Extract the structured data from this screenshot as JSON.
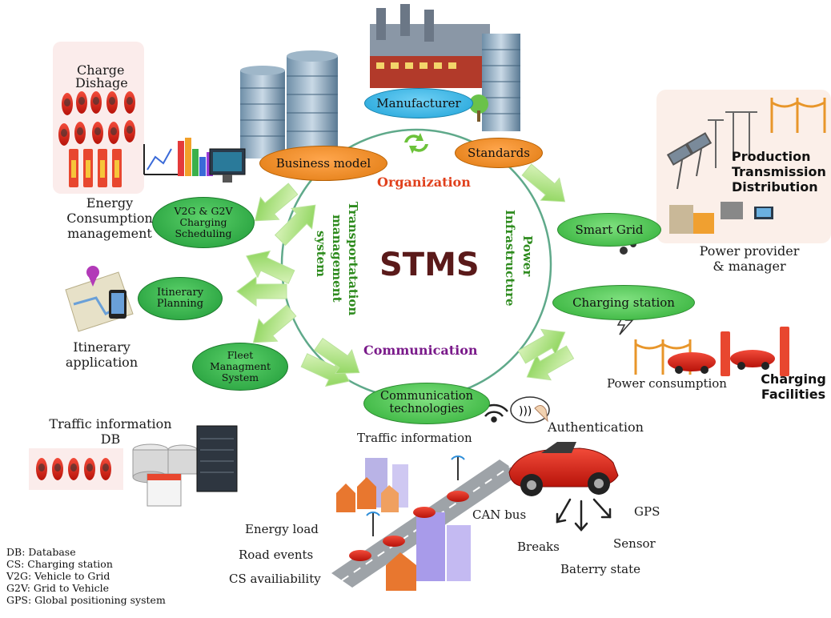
{
  "center": {
    "title": "STMS",
    "organization": "Organization",
    "communication": "Communication",
    "left_arc": [
      "Transportatation",
      "management",
      "system"
    ],
    "right_arc": [
      "Power",
      "Infrastructure"
    ]
  },
  "nodes": {
    "manufacturer": "Manufacturer",
    "business_model": "Business model",
    "standards": "Standards",
    "smart_grid": "Smart Grid",
    "charging_station": "Charging station",
    "communication_tech": [
      "Communication",
      "technologies"
    ],
    "fleet": [
      "Fleet",
      "Managment",
      "System"
    ],
    "itinerary_planning": [
      "Itinerary",
      "Planning"
    ],
    "v2g": [
      "V2G & G2V",
      "Charging",
      "Scheduling"
    ]
  },
  "labels": {
    "charge": "Charge",
    "dishage": "Dishage",
    "energy_consumption": [
      "Energy",
      "Consumption",
      "management"
    ],
    "itinerary_app": [
      "Itinerary",
      "application"
    ],
    "traffic_db": [
      "Traffic information",
      "DB"
    ],
    "production": [
      "Production",
      "Transmission",
      "Distribution"
    ],
    "power_provider": [
      "Power provider",
      "& manager"
    ],
    "power_consumption": "Power consumption",
    "charging_facilities": [
      "Charging",
      "Facilities"
    ],
    "authentication": "Authentication",
    "traffic_information": "Traffic information",
    "energy_load": "Energy load",
    "road_events": "Road events",
    "cs_availability": "CS availiability",
    "can_bus": "CAN bus",
    "gps": "GPS",
    "breaks": "Breaks",
    "sensor": "Sensor",
    "battery_state": "Baterry state"
  },
  "legend": [
    "DB: Database",
    "CS: Charging station",
    "V2G: Vehicle to Grid",
    "G2V: Grid to Vehicle",
    "GPS: Global positioning system"
  ],
  "colors": {
    "stms": "#5a1a1a",
    "organization": "#e0401c",
    "communication": "#7a1a8a",
    "arc_text": "#2e8b1e",
    "ring": "#5fa98a",
    "arrow": "#8fd45f"
  }
}
